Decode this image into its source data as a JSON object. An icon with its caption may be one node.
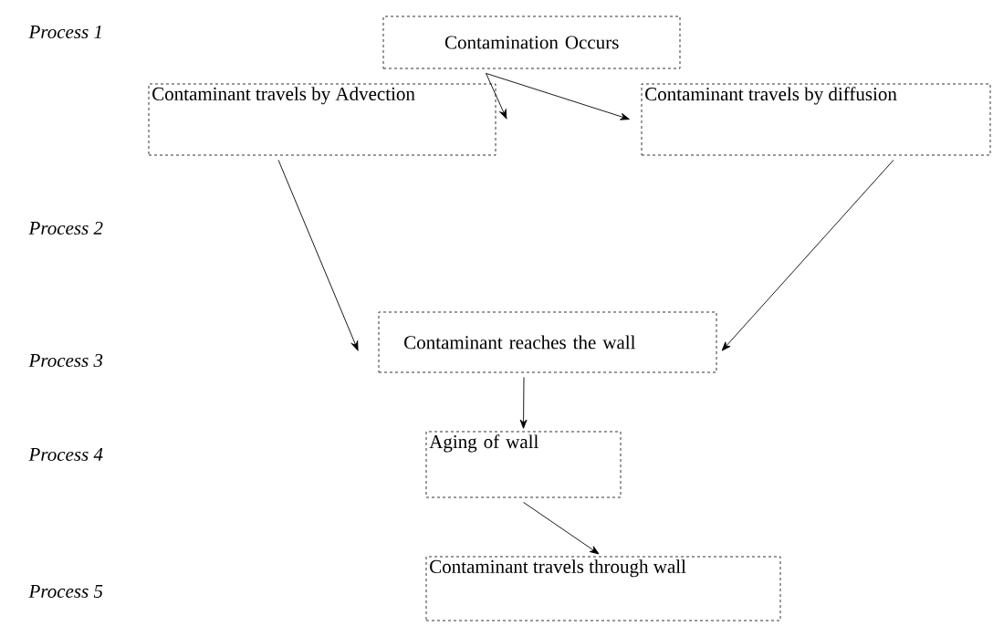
{
  "diagram": {
    "nodes": [
      {
        "text": [
          "Contamination Occurs"
        ]
      },
      {
        "text": [
          "Contaminant travels by Advection"
        ]
      },
      {
        "text": [
          "Contaminant travels by diffusion"
        ]
      },
      {
        "text": [
          "Contaminant reaches the wall"
        ]
      },
      {
        "text": [
          "Aging of wall"
        ]
      },
      {
        "text": [
          "Contaminant travels through wall"
        ]
      }
    ],
    "edges": [
      {
        "from": 0,
        "to": 1,
        "arrow": "to"
      },
      {
        "from": 0,
        "to": 2,
        "arrow": "to"
      },
      {
        "from": 1,
        "to": 3,
        "arrow": "to"
      },
      {
        "from": 2,
        "to": 3,
        "arrow": "to"
      },
      {
        "from": 3,
        "to": 4,
        "arrow": "to"
      },
      {
        "from": 4,
        "to": 5,
        "arrow": "to"
      }
    ],
    "labels": [
      "Process 1",
      "Process 2",
      "Process 3",
      "Process 4",
      "Process 5"
    ]
  }
}
